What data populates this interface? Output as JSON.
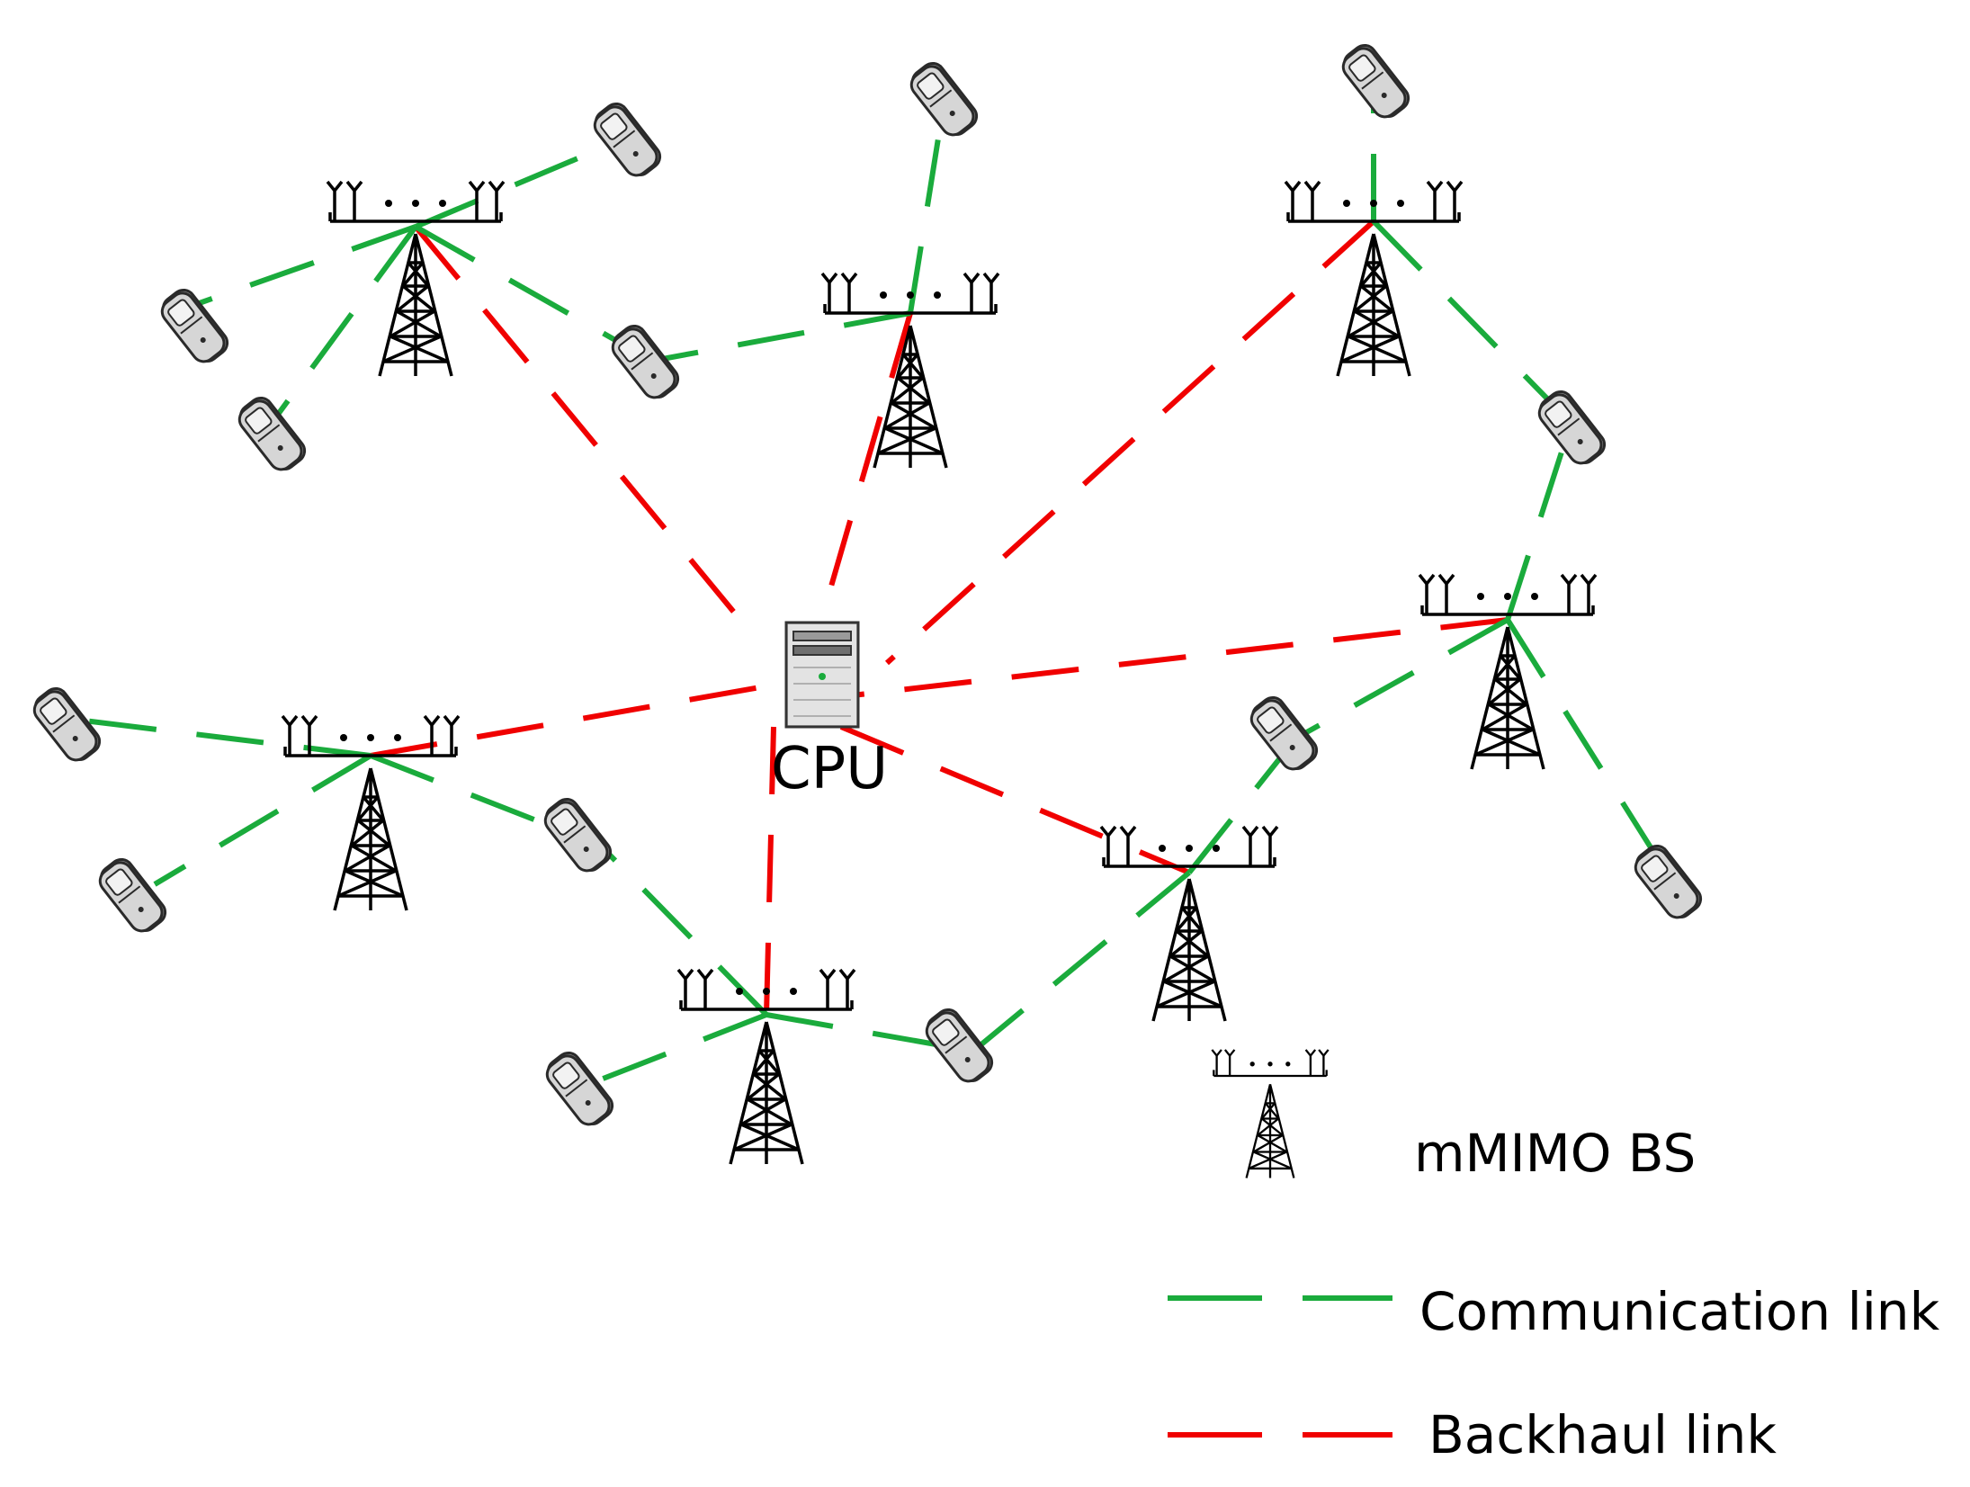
{
  "diagram": {
    "cpu_label": "CPU",
    "antenna_dots": ". . .",
    "legend": {
      "bs_label": "mMIMO BS",
      "communication_label": "Communication link",
      "backhaul_label": "Backhaul link"
    },
    "colors": {
      "communication": "#1aab3c",
      "backhaul": "#f00000",
      "tower": "#000000",
      "phone_body": "#d4d4d4",
      "cpu_body": "#d9d9d9"
    },
    "icons": {
      "base_station": "cell-tower-icon",
      "user": "mobile-phone-icon",
      "cpu": "server-icon"
    }
  }
}
